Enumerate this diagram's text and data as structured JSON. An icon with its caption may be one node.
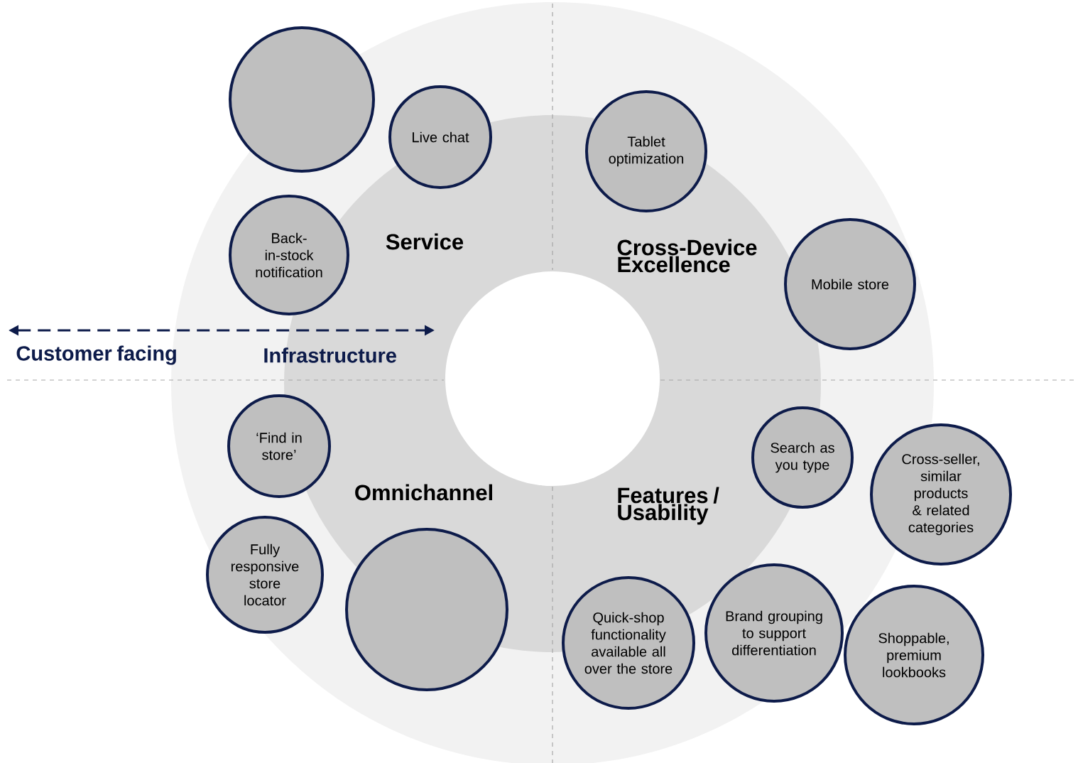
{
  "diagram": {
    "nodes": [
      {
        "text": [],
        "shape": "circle"
      },
      {
        "text": [
          "Live chat"
        ]
      },
      {
        "text": [
          "Back-in-stock notification"
        ]
      },
      {
        "text": [
          "Tablet optimization"
        ]
      },
      {
        "text": [
          "Mobile store"
        ]
      },
      {
        "text": [
          "‘Find in store’"
        ]
      },
      {
        "text": [
          "Fully responsive store locator"
        ]
      },
      {
        "text": [],
        "shape": "circle"
      },
      {
        "text": [
          "Search as you type"
        ]
      },
      {
        "text": [
          "Cross-seller, similar products & related categories"
        ]
      },
      {
        "text": [
          "Quick-shop functionality available all over the store"
        ]
      },
      {
        "text": [
          "Brand grouping to support differentiation"
        ]
      },
      {
        "text": [
          "Shoppable, premium lookbooks"
        ]
      }
    ],
    "labels": [
      "Service",
      "Cross-Device Excellence",
      "Customer facing",
      "Infrastructure",
      "Omnichannel",
      "Features / Usability"
    ]
  }
}
